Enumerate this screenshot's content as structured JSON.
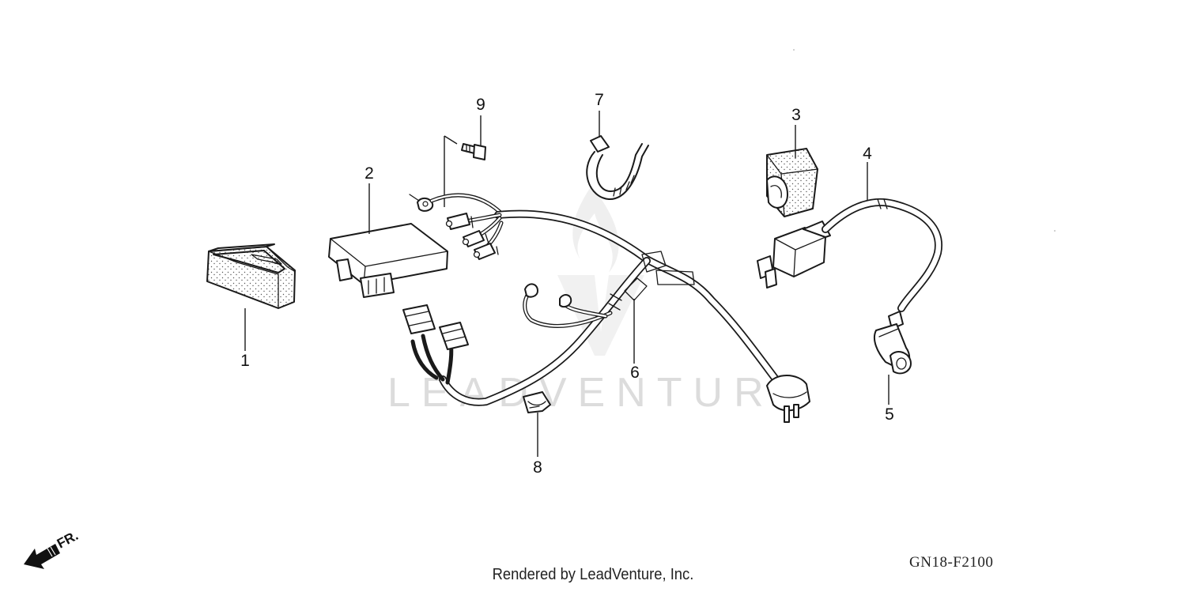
{
  "diagram": {
    "code": "GN18-F2100",
    "credit": "Rendered by LeadVenture, Inc.",
    "watermark": "LEADVENTURE",
    "direction_label": "FR.",
    "icons": {
      "direction": "front-direction-arrow-icon",
      "watermark_logo": "leadventure-logo-icon"
    },
    "callouts": [
      {
        "number": "1",
        "part": "cover"
      },
      {
        "number": "2",
        "part": "control-unit"
      },
      {
        "number": "3",
        "part": "coil-cover"
      },
      {
        "number": "4",
        "part": "ignition-coil"
      },
      {
        "number": "5",
        "part": "plug-cap"
      },
      {
        "number": "6",
        "part": "wire-harness"
      },
      {
        "number": "7",
        "part": "band"
      },
      {
        "number": "8",
        "part": "clamp"
      },
      {
        "number": "9",
        "part": "bolt"
      }
    ]
  }
}
